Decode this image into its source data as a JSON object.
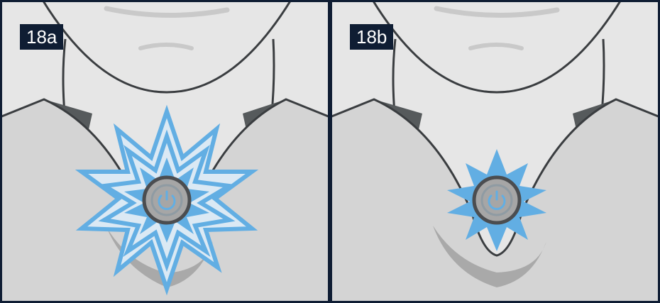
{
  "panels": [
    {
      "label": "18a",
      "burst_size": "large"
    },
    {
      "label": "18b",
      "burst_size": "small"
    }
  ],
  "colors": {
    "skin": "#e6e6e6",
    "shirt": "#d4d4d4",
    "collar_shadow": "#565a5c",
    "outline": "#3a3d40",
    "burst_blue": "#62aee3",
    "burst_light": "#dbe9f4",
    "device_ring": "#4b4d50",
    "device_face": "#a6a6a6",
    "power_icon": "#62aee3",
    "badge_bg": "#0f1d33",
    "badge_text": "#ffffff"
  },
  "icons": [
    "power-icon",
    "starburst-icon"
  ]
}
